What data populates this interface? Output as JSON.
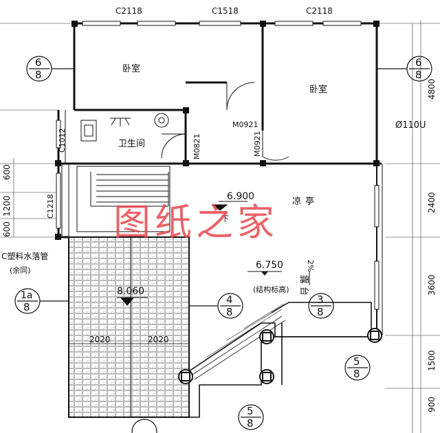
{
  "windows": {
    "top_left": "C2118",
    "top_middle": "C1518",
    "top_right": "C2118",
    "left_bath": "C1012",
    "left_stair": "C1218",
    "bottom_left": "2020",
    "bottom_right": "2020"
  },
  "doors": {
    "bath": "M0821",
    "bedroom_left": "M0921",
    "bedroom_right": "M0921"
  },
  "rooms": {
    "bedroom_left": "卧室",
    "bedroom_right": "卧室",
    "bathroom": "卫生间",
    "pavilion": "凉亭",
    "terrace": "露台"
  },
  "stair_down": "下",
  "levels": {
    "pavilion": "6.900",
    "terrace": "6.750",
    "terrace_note": "(结构标高)",
    "roof": "8.060"
  },
  "slope": "2%",
  "pipe": "Ø110U",
  "downpipe": "C塑料水落管",
  "downpipe_note": "(余同)",
  "dims_right": [
    "4800",
    "2400",
    "3600",
    "1500",
    "900"
  ],
  "dims_left": [
    "600",
    "1200",
    "600"
  ],
  "axis_markers": {
    "left_upper": {
      "top": "6",
      "bottom": "8"
    },
    "right_upper": {
      "top": "6",
      "bottom": "8"
    },
    "left_lower": {
      "top": "1a",
      "bottom": "8"
    },
    "mid_4": {
      "top": "4",
      "bottom": "8"
    },
    "terrace_3": {
      "top": "3",
      "bottom": "8"
    },
    "right_5": {
      "top": "5",
      "bottom": "8"
    },
    "bottom_5": {
      "top": "5",
      "bottom": "8"
    }
  },
  "watermark": "图纸之家",
  "colors": {
    "line": "#111111",
    "watermark": "#e8484e",
    "paving": "#a6a6a6"
  }
}
